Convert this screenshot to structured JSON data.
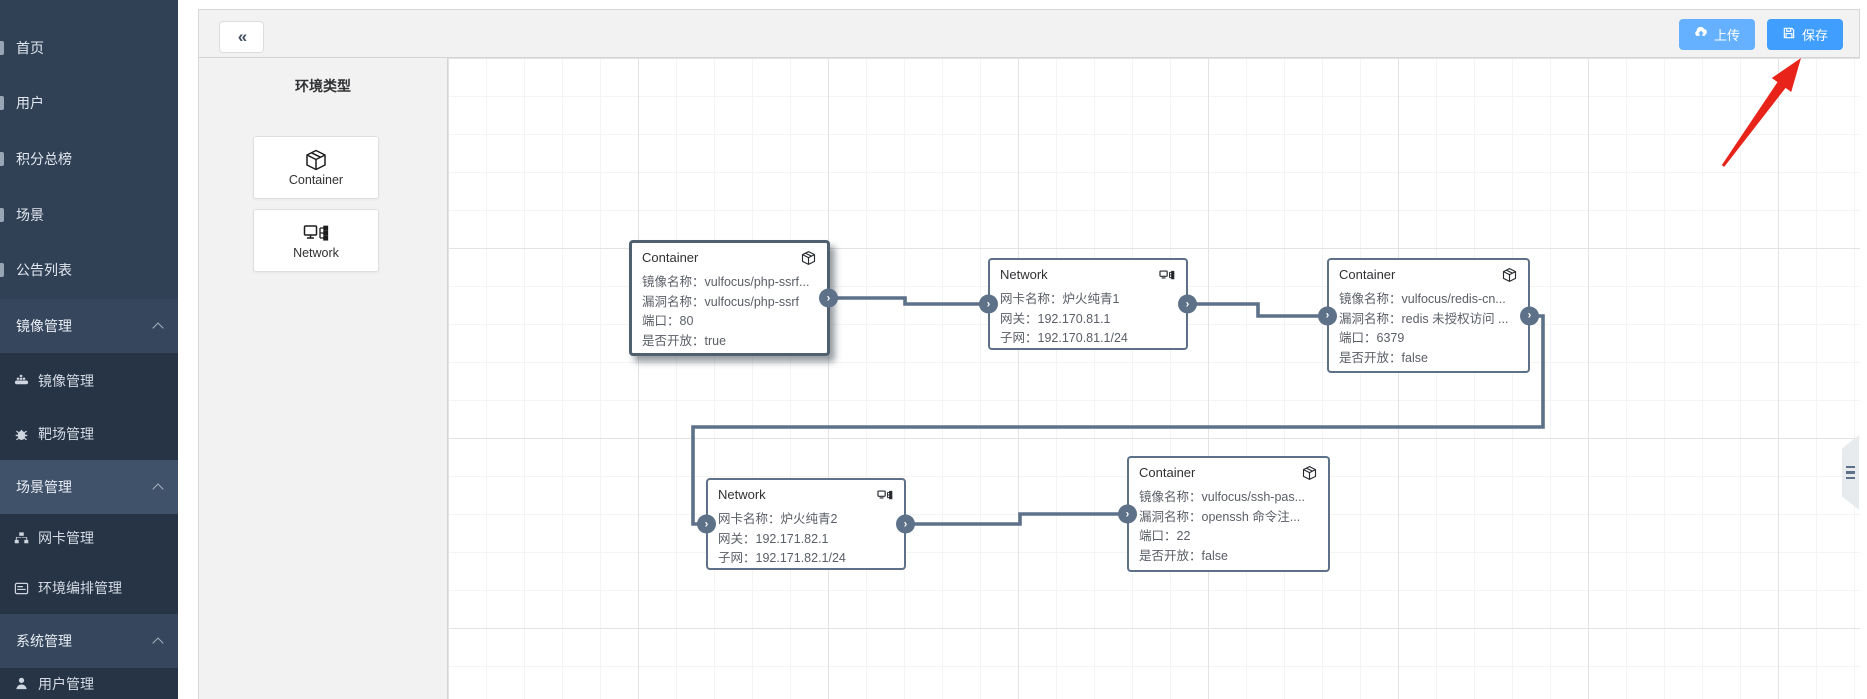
{
  "sidebar": {
    "items": [
      {
        "label": "首页",
        "type": "item",
        "icon": "home-icon"
      },
      {
        "label": "用户",
        "type": "item",
        "icon": "user-icon"
      },
      {
        "label": "积分总榜",
        "type": "item",
        "icon": "ranking-icon"
      },
      {
        "label": "场景",
        "type": "item",
        "icon": "scene-icon"
      },
      {
        "label": "公告列表",
        "type": "item",
        "icon": "notice-icon"
      },
      {
        "label": "镜像管理",
        "type": "group",
        "icon": "chevron-up-icon"
      },
      {
        "label": "镜像管理",
        "type": "sub",
        "icon": "docker-icon"
      },
      {
        "label": "靶场管理",
        "type": "sub",
        "icon": "bug-icon"
      },
      {
        "label": "场景管理",
        "type": "group",
        "active": true,
        "icon": "chevron-up-icon"
      },
      {
        "label": "网卡管理",
        "type": "sub",
        "icon": "sitemap-icon"
      },
      {
        "label": "环境编排管理",
        "type": "sub",
        "icon": "orchestration-icon"
      },
      {
        "label": "系统管理",
        "type": "group",
        "icon": "chevron-up-icon"
      },
      {
        "label": "用户管理",
        "type": "sub",
        "icon": "user-manage-icon"
      }
    ]
  },
  "toolbar": {
    "collapse_icon": "«",
    "upload_label": "上传",
    "save_label": "保存"
  },
  "palette": {
    "title": "环境类型",
    "items": [
      {
        "label": "Container",
        "icon": "cube-icon"
      },
      {
        "label": "Network",
        "icon": "network-icon"
      }
    ]
  },
  "nodes": [
    {
      "title": "Container",
      "icon": "cube-icon",
      "selected": true,
      "fields": [
        {
          "label": "镜像名称：",
          "value": "vulfocus/php-ssrf..."
        },
        {
          "label": "漏洞名称：",
          "value": "vulfocus/php-ssrf"
        },
        {
          "label": "端口：",
          "value": "80"
        },
        {
          "label": "是否开放：",
          "value": "true"
        }
      ]
    },
    {
      "title": "Network",
      "icon": "network-icon",
      "fields": [
        {
          "label": "网卡名称：",
          "value": "炉火纯青1"
        },
        {
          "label": "网关：",
          "value": "192.170.81.1"
        },
        {
          "label": "子网：",
          "value": "192.170.81.1/24"
        }
      ]
    },
    {
      "title": "Container",
      "icon": "cube-icon",
      "fields": [
        {
          "label": "镜像名称：",
          "value": "vulfocus/redis-cn..."
        },
        {
          "label": "漏洞名称：",
          "value": "redis 未授权访问 ..."
        },
        {
          "label": "端口：",
          "value": "6379"
        },
        {
          "label": "是否开放：",
          "value": "false"
        }
      ]
    },
    {
      "title": "Network",
      "icon": "network-icon",
      "fields": [
        {
          "label": "网卡名称：",
          "value": "炉火纯青2"
        },
        {
          "label": "网关：",
          "value": "192.171.82.1"
        },
        {
          "label": "子网：",
          "value": "192.171.82.1/24"
        }
      ]
    },
    {
      "title": "Container",
      "icon": "cube-icon",
      "fields": [
        {
          "label": "镜像名称：",
          "value": "vulfocus/ssh-pas..."
        },
        {
          "label": "漏洞名称：",
          "value": "openssh 命令注..."
        },
        {
          "label": "端口：",
          "value": "22"
        },
        {
          "label": "是否开放：",
          "value": "false"
        }
      ]
    }
  ],
  "port_glyph": "›",
  "colors": {
    "primary": "#409eff",
    "upload_button": "#66b1ff",
    "edge": "#5d7189",
    "sidebar_bg": "#304156",
    "annotation_arrow": "#e8231a"
  }
}
